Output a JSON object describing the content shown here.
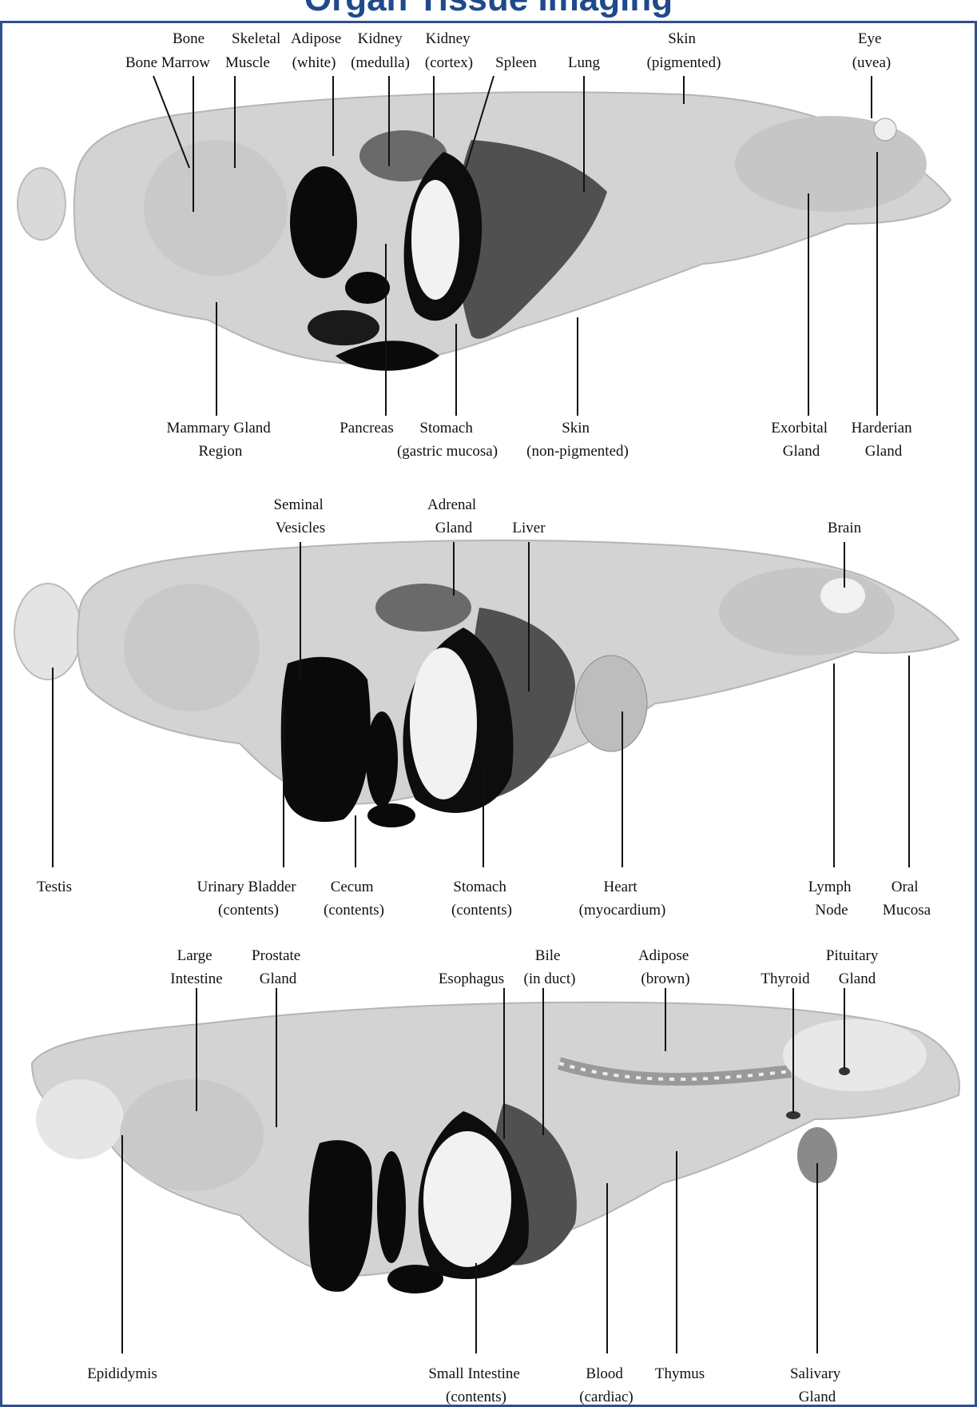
{
  "header": {
    "title": "Organ Tissue Imaging"
  },
  "panels": [
    {
      "labels": {
        "bone": [
          "Bone"
        ],
        "bone_marrow": [
          "Bone Marrow"
        ],
        "skeletal_muscle": [
          "Skeletal",
          "Muscle"
        ],
        "adipose_white": [
          "Adipose",
          "(white)"
        ],
        "kidney_medulla": [
          "Kidney",
          "(medulla)"
        ],
        "kidney_cortex": [
          "Kidney",
          "(cortex)"
        ],
        "spleen": [
          "Spleen"
        ],
        "lung": [
          "Lung"
        ],
        "skin_pigmented": [
          "Skin",
          "(pigmented)"
        ],
        "eye_uvea": [
          "Eye",
          "(uvea)"
        ],
        "mammary_gland": [
          "Mammary Gland",
          "Region"
        ],
        "pancreas": [
          "Pancreas"
        ],
        "stomach_mucosa": [
          "Stomach",
          "(gastric mucosa)"
        ],
        "skin_nonpigmented": [
          "Skin",
          "(non-pigmented)"
        ],
        "exorbital_gland": [
          "Exorbital",
          "Gland"
        ],
        "harderian_gland": [
          "Harderian",
          "Gland"
        ]
      }
    },
    {
      "labels": {
        "seminal_vesicles": [
          "Seminal",
          "Vesicles"
        ],
        "adrenal_gland": [
          "Adrenal",
          "Gland"
        ],
        "liver": [
          "Liver"
        ],
        "brain": [
          "Brain"
        ],
        "testis": [
          "Testis"
        ],
        "urinary_bladder": [
          "Urinary Bladder",
          "(contents)"
        ],
        "cecum": [
          "Cecum",
          "(contents)"
        ],
        "stomach_contents": [
          "Stomach",
          "(contents)"
        ],
        "heart": [
          "Heart",
          "(myocardium)"
        ],
        "lymph_node": [
          "Lymph",
          "Node"
        ],
        "oral_mucosa": [
          "Oral",
          "Mucosa"
        ]
      }
    },
    {
      "labels": {
        "large_intestine": [
          "Large",
          "Intestine"
        ],
        "prostate_gland": [
          "Prostate",
          "Gland"
        ],
        "esophagus": [
          "Esophagus"
        ],
        "bile": [
          "Bile",
          "(in duct)"
        ],
        "adipose_brown": [
          "Adipose",
          "(brown)"
        ],
        "thyroid": [
          "Thyroid"
        ],
        "pituitary_gland": [
          "Pituitary",
          "Gland"
        ],
        "epididymis": [
          "Epididymis"
        ],
        "small_intestine": [
          "Small Intestine",
          "(contents)"
        ],
        "blood": [
          "Blood",
          "(cardiac)"
        ],
        "thymus": [
          "Thymus"
        ],
        "salivary_gland": [
          "Salivary",
          "Gland"
        ]
      }
    }
  ]
}
